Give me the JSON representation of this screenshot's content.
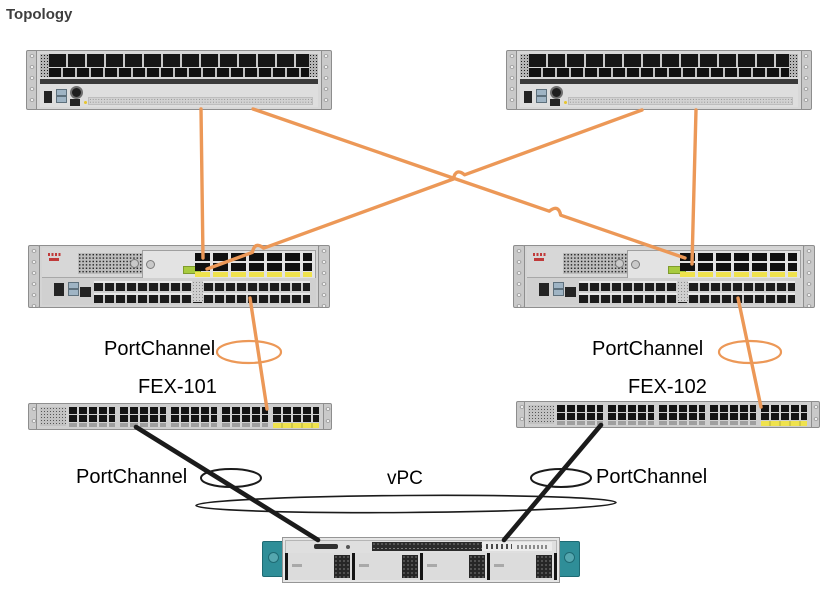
{
  "title": "Topology",
  "labels": {
    "portchannel_mid_left": "PortChannel",
    "portchannel_mid_right": "PortChannel",
    "fex_left": "FEX-101",
    "fex_right": "FEX-102",
    "portchannel_bottom_left": "PortChannel",
    "portchannel_bottom_right": "PortChannel",
    "vpc": "vPC"
  },
  "devices": {
    "top_left": "spine-switch",
    "top_right": "spine-switch",
    "mid_left": "nexus-switch-with-expansion-module",
    "mid_right": "nexus-switch-with-expansion-module",
    "bottom_left": "fabric-extender-fex-101",
    "bottom_right": "fabric-extender-fex-102",
    "bottom_center": "rack-server"
  },
  "colors": {
    "fabric_link_orange": "#EC9857",
    "host_link_black": "#1B1B1B",
    "title_gray": "#3E3E3E",
    "chassis_gray": "#D8D8D8",
    "ports_dark": "#161616",
    "port_label_yellow": "#EFE24E",
    "module_chip_green": "#A8CB3F",
    "server_ear_teal": "#2F8E98",
    "background": "#FFFFFF"
  }
}
